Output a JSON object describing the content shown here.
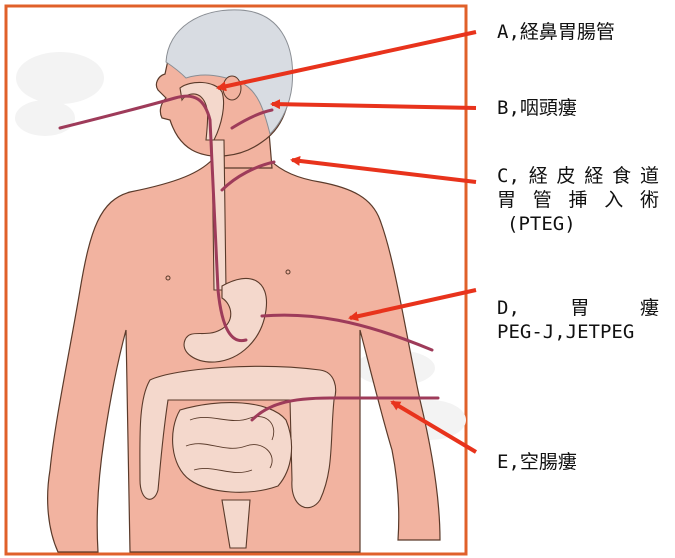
{
  "labels": {
    "a": "A,経鼻胃腸管",
    "b": "B,咽頭瘻",
    "c_line1": [
      "経",
      "皮",
      "経",
      "食",
      "道"
    ],
    "c_prefix": "C,",
    "c_line2": [
      "胃",
      "管",
      "挿",
      "入",
      "術"
    ],
    "c_line3": "(PTEG)",
    "d_prefix": "D,",
    "d_line1a": "胃",
    "d_line1b": "瘻",
    "d_line2": "PEG-J,JETPEG",
    "e": "E,空腸瘻"
  },
  "colors": {
    "frame": "#e0602a",
    "skin": "#f2b3a0",
    "skin_edge": "#5a3a2a",
    "hair": "#d8dce2",
    "arrow": "#e8331c",
    "tube": "#9e3b5a",
    "organ": "#f4d8cc"
  }
}
